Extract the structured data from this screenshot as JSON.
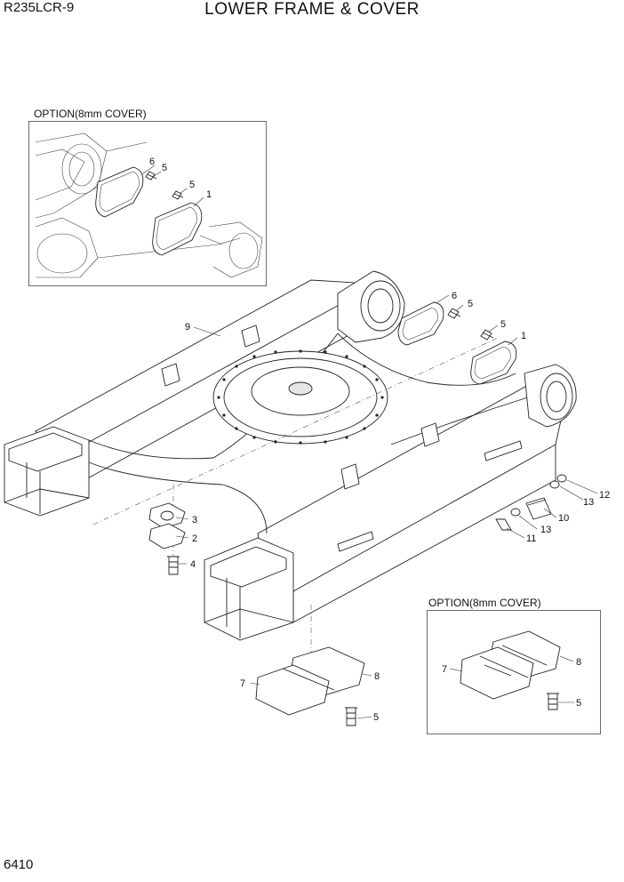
{
  "header": {
    "model": "R235LCR-9",
    "title": "LOWER FRAME & COVER"
  },
  "footer": {
    "page_number": "6410"
  },
  "options": [
    {
      "title": "OPTION(8mm COVER)"
    },
    {
      "title": "OPTION(8mm COVER)"
    }
  ],
  "callouts": {
    "inset_top": [
      "6",
      "5",
      "5",
      "1"
    ],
    "main": [
      "9",
      "6",
      "5",
      "5",
      "1",
      "3",
      "2",
      "4",
      "12",
      "13",
      "10",
      "13",
      "11",
      "7",
      "8",
      "5"
    ],
    "inset_bottom": [
      "7",
      "8",
      "5"
    ]
  }
}
